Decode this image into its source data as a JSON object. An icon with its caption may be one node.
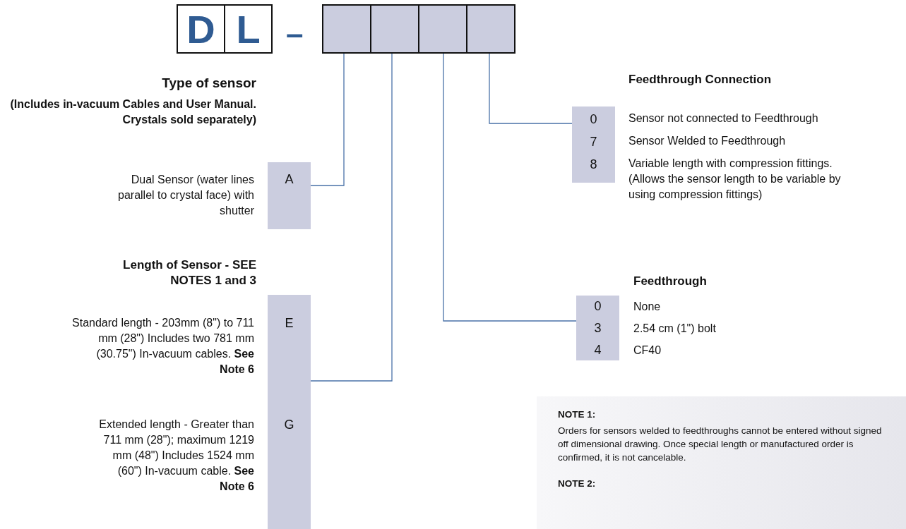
{
  "diagram": {
    "nodes": [
      {
        "text": [
          "D"
        ]
      },
      {
        "text": [
          "L"
        ]
      },
      {
        "text": [],
        "shape": "box"
      },
      {
        "text": [],
        "shape": "box"
      },
      {
        "text": [],
        "shape": "box"
      },
      {
        "text": [],
        "shape": "box"
      },
      {
        "text": [
          "A"
        ],
        "beside": [
          "Dual Sensor (water lines parallel to crystal face) with shutter"
        ]
      },
      {
        "text": [
          "E",
          "G"
        ],
        "beside": [
          "Standard length - 203mm (8\") to 711 mm (28\") Includes two 781 mm (30.75\") In-vacuum cables. **See Note 6**",
          "Extended length - Greater than 711 mm (28\"); maximum 1219 mm (48\") Includes 1524 mm (60\") In-vacuum cable. **See Note 6**"
        ]
      },
      {
        "text": [
          "0",
          "7",
          "8"
        ],
        "beside": [
          "Sensor not connected to Feedthrough",
          "Sensor Welded to Feedthrough",
          "Variable length with compression fittings. (Allows the sensor length to be variable by using compression fittings)"
        ]
      },
      {
        "text": [
          "0",
          "3",
          "4"
        ],
        "beside": [
          "None",
          "2.54 cm (1\") bolt",
          "CF40"
        ]
      },
      {
        "text": [
          "NOTE 1:",
          "Orders for sensors welded to feedthroughs cannot be entered without signed off dimensional drawing. Once special length or manufactured order is confirmed, it is not cancelable.",
          "NOTE 2:"
        ]
      }
    ],
    "edges": [
      {
        "from": 2,
        "to": 6,
        "arrow": "none"
      },
      {
        "from": 3,
        "to": 7,
        "arrow": "none"
      },
      {
        "from": 4,
        "to": 9,
        "arrow": "none"
      },
      {
        "from": 5,
        "to": 8,
        "arrow": "none"
      }
    ],
    "labels": [
      "–",
      "Type of sensor",
      "(Includes in-vacuum Cables and User Manual. Crystals sold separately)",
      "Feedthrough Connection",
      "Length of Sensor - SEE NOTES 1 and 3",
      "Feedthrough"
    ]
  }
}
